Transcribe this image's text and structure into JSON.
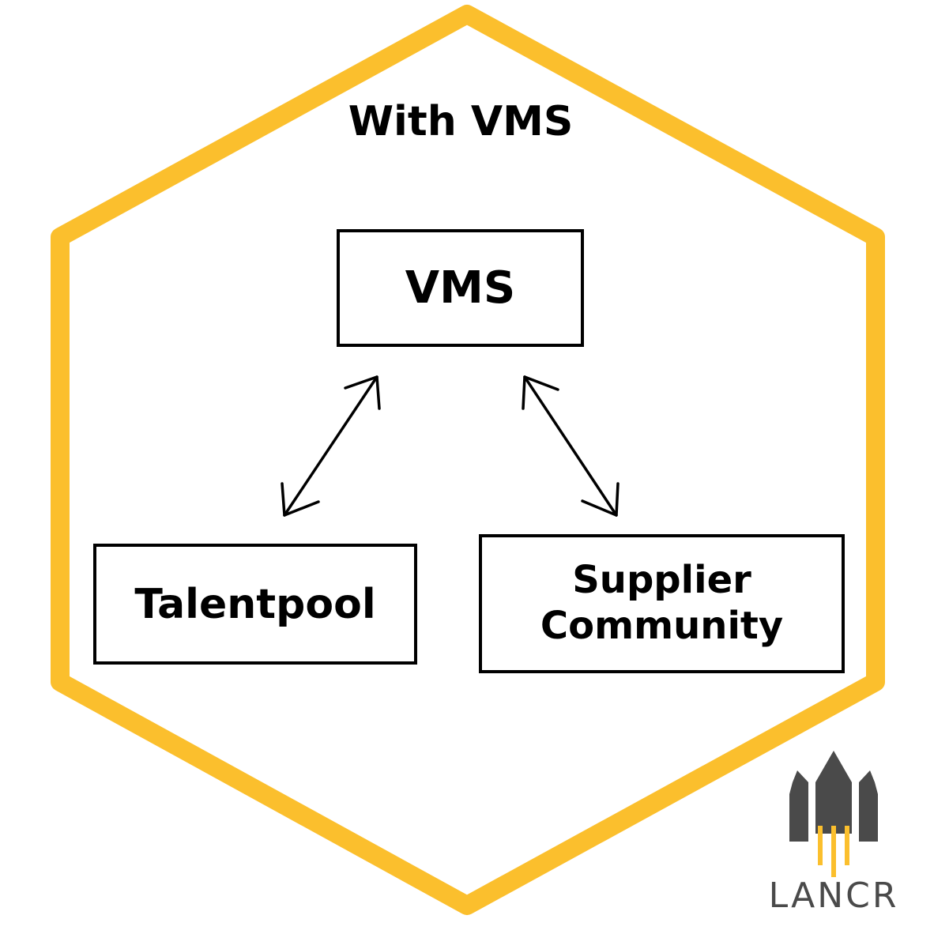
{
  "title": "With VMS",
  "nodes": {
    "vms": "VMS",
    "talentpool": "Talentpool",
    "supplier_line1": "Supplier",
    "supplier_line2": "Community"
  },
  "logo": {
    "text": "LANCR",
    "icon": "rocket-icon"
  },
  "colors": {
    "hexagon_border": "#FBBF2D",
    "box_border": "#000000",
    "logo_gray": "#4A4A4A",
    "logo_accent": "#FBBF2D"
  }
}
